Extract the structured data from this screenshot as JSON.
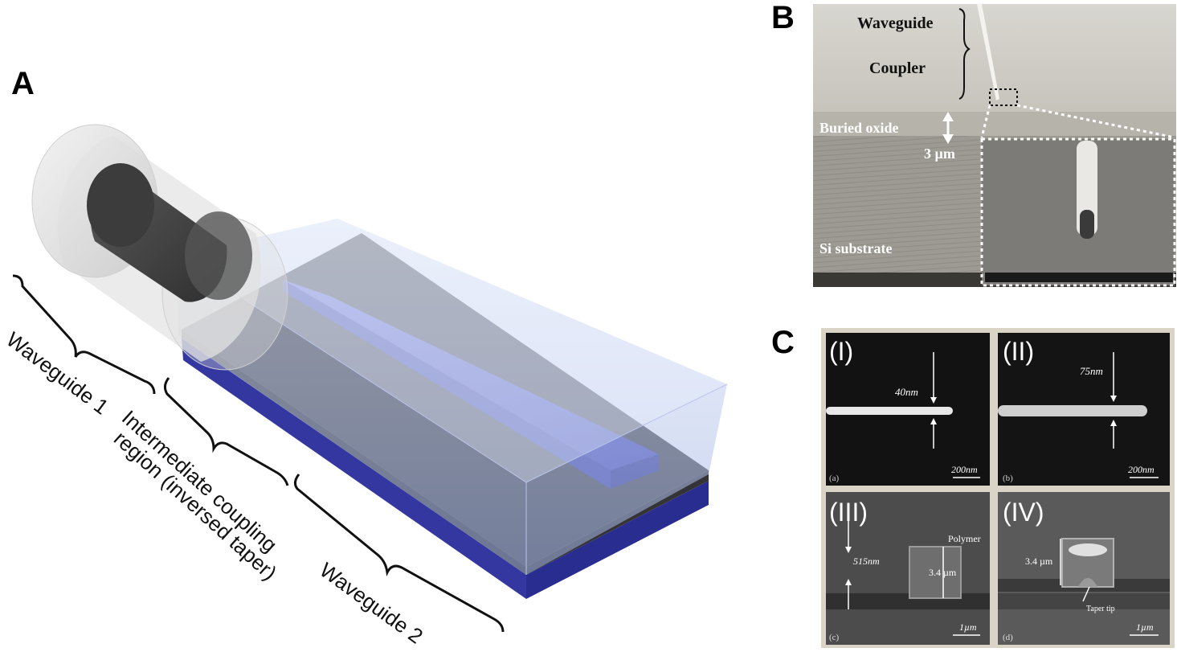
{
  "panels": {
    "a": {
      "letter": "A",
      "labels": {
        "waveguide1": "Waveguide 1",
        "coupling_line1": "Intermediate coupling",
        "coupling_line2": "region (inversed taper)",
        "waveguide2": "Waveguide 2"
      }
    },
    "b": {
      "letter": "B",
      "labels": {
        "waveguide": "Waveguide",
        "coupler": "Coupler",
        "buried_oxide": "Buried oxide",
        "thickness": "3 µm",
        "substrate": "Si substrate"
      }
    },
    "c": {
      "letter": "C",
      "subpanels": [
        {
          "roman": "(I)",
          "letter": "(a)",
          "measure": "40nm",
          "scale": "200nm"
        },
        {
          "roman": "(II)",
          "letter": "(b)",
          "measure": "75nm",
          "scale": "200nm"
        },
        {
          "roman": "(III)",
          "letter": "(c)",
          "measure": "515nm",
          "measure2": "3.4 µm",
          "material": "Polymer",
          "scale": "1µm"
        },
        {
          "roman": "(IV)",
          "letter": "(d)",
          "measure": "3.4 µm",
          "note": "Taper tip",
          "scale": "1µm"
        }
      ]
    }
  },
  "colors": {
    "blue_layer": "#3a3fb5",
    "cladding": "#c9d3ee",
    "dark_slab": "#4a4a4a",
    "sem_gray": "#a8a59f",
    "sem_dark": "#141414"
  }
}
